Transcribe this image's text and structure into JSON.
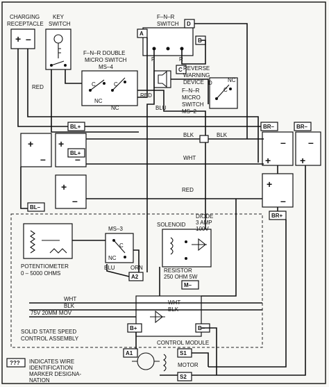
{
  "labels": {
    "charging_receptacle": [
      "CHARGING",
      "RECEPTACLE"
    ],
    "key_switch": [
      "KEY",
      "SWITCH"
    ],
    "fnr_switch": [
      "F–N–R",
      "SWITCH"
    ],
    "fnr_double_micro": [
      "F–N–R DOUBLE",
      "MICRO SWITCH",
      "MS–4"
    ],
    "reverse_warning": [
      "REVERSE",
      "WARNING",
      "DEVICE"
    ],
    "fnr_micro": [
      "F–N–R",
      "MICRO",
      "SWITCH",
      "MS–2"
    ],
    "ms3": "MS–3",
    "solenoid": "SOLENOID",
    "diode": [
      "DIODE",
      "3 AMP",
      "100V"
    ],
    "potentiometer": [
      "POTENTIOMETER",
      "0 – 5000 OHMS"
    ],
    "resistor": [
      "RESISTOR",
      "250 OHM 5W"
    ],
    "speed_control": [
      "SOLID STATE SPEED",
      "CONTROL ASSEMBLY"
    ],
    "control_module": "CONTROL MODULE",
    "motor": "MOTOR",
    "legend_box": "???",
    "legend_text": [
      "INDICATES WIRE",
      "IDENTIFICATION",
      "MARKER DESIGNA-",
      "NATION"
    ]
  },
  "wire_labels": {
    "red1": "RED",
    "red2": "RED",
    "red3": "RED",
    "blu1": "BLU",
    "blu2": "BLU",
    "blk1": "BLK",
    "blk2": "BLK",
    "blk3": "BLK",
    "wht1": "WHT",
    "wht2": "WHT",
    "wht3": "WHT",
    "orn": "ORN",
    "blk_mod": "BLK",
    "mov": "75V 20MM MOV"
  },
  "switch_contacts": {
    "nc1": "NC",
    "nc2": "NC",
    "nc3": "NC",
    "c1": "C",
    "c2": "C",
    "c3": "C",
    "d": "D"
  },
  "markers": {
    "A": "A",
    "B": "B",
    "C": "C",
    "D": "D",
    "BLp1": "BL+",
    "BLp2": "BL+",
    "BLm": "BL–",
    "BRm1": "BR–",
    "BRm2": "BR–",
    "BRp": "BR+",
    "A2": "A2",
    "Mm": "M–",
    "Bp": "B+",
    "Bm": "B–",
    "A1": "A1",
    "S1": "S1",
    "S2": "S2"
  }
}
